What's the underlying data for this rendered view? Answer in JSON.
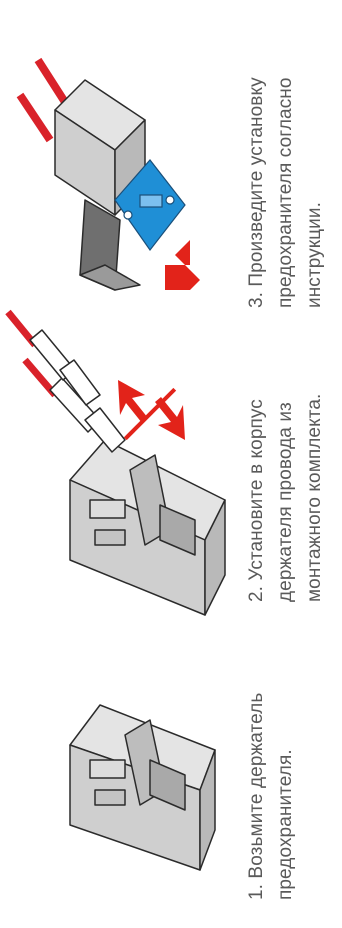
{
  "steps": [
    {
      "number": 1,
      "lines": [
        "1. Возьмите держатель",
        "предохранителя."
      ]
    },
    {
      "number": 2,
      "lines": [
        "2. Установите в корпус",
        "держателя провода из",
        "монтажного комплекта."
      ]
    },
    {
      "number": 3,
      "lines": [
        "3. Произведите установку",
        "предохранителя согласно",
        "инструкции."
      ]
    }
  ],
  "colors": {
    "text": "#5a5a5a",
    "wire_red": "#d9222a",
    "fuse_blue": "#1f8fd6",
    "arrow_red": "#e2231a",
    "housing": "#d2d2d2",
    "outline": "#2b2b2b"
  },
  "icons": [
    "fuse-holder-icon",
    "wire-terminals-icon",
    "insert-arrows-icon",
    "fuse-icon",
    "insert-arrow-icon"
  ]
}
